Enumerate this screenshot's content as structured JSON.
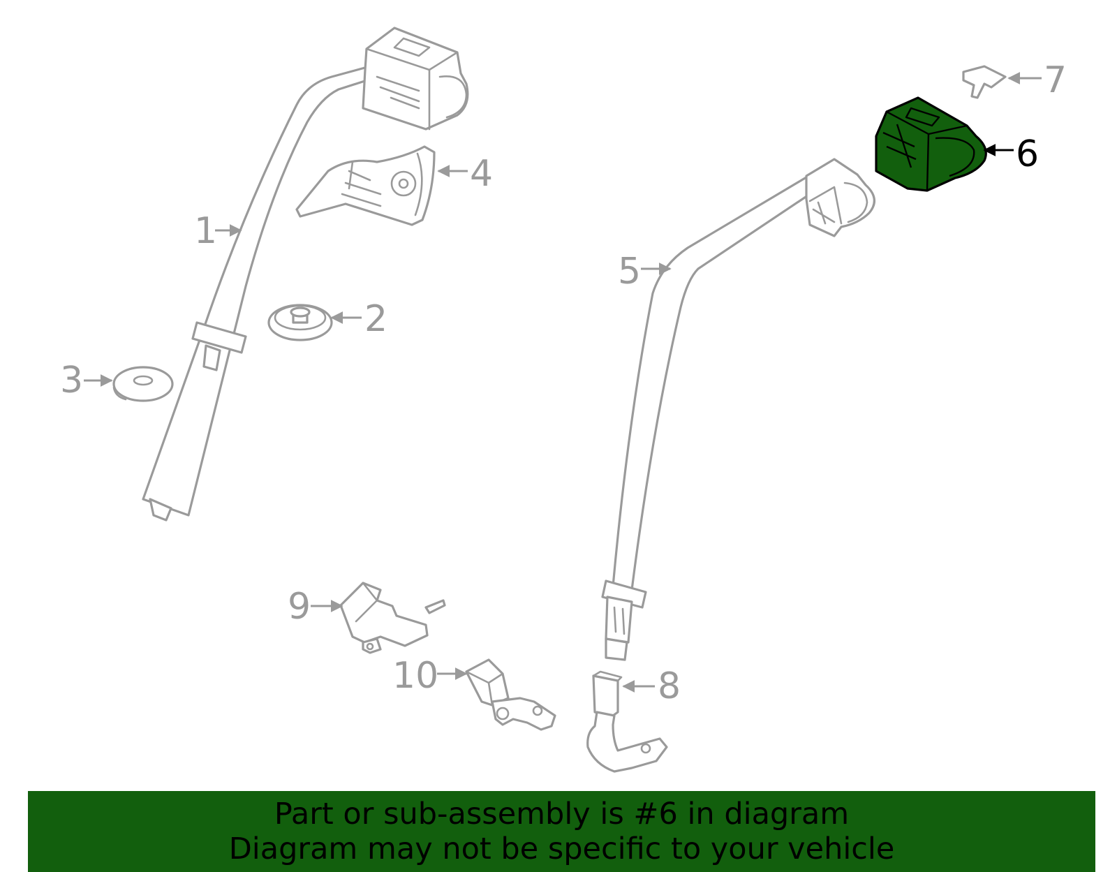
{
  "diagram": {
    "highlight_color": "#125f0d",
    "line_color": "#9a9a9a",
    "callouts": [
      {
        "label": "1"
      },
      {
        "label": "2"
      },
      {
        "label": "3"
      },
      {
        "label": "4"
      },
      {
        "label": "5"
      },
      {
        "label": "6",
        "highlighted": true
      },
      {
        "label": "7"
      },
      {
        "label": "8"
      },
      {
        "label": "9"
      },
      {
        "label": "10"
      }
    ]
  },
  "banner": {
    "background": "#125f0d",
    "line1": "Part or sub-assembly is #6 in diagram",
    "line2": "Diagram may not be specific to your vehicle"
  }
}
